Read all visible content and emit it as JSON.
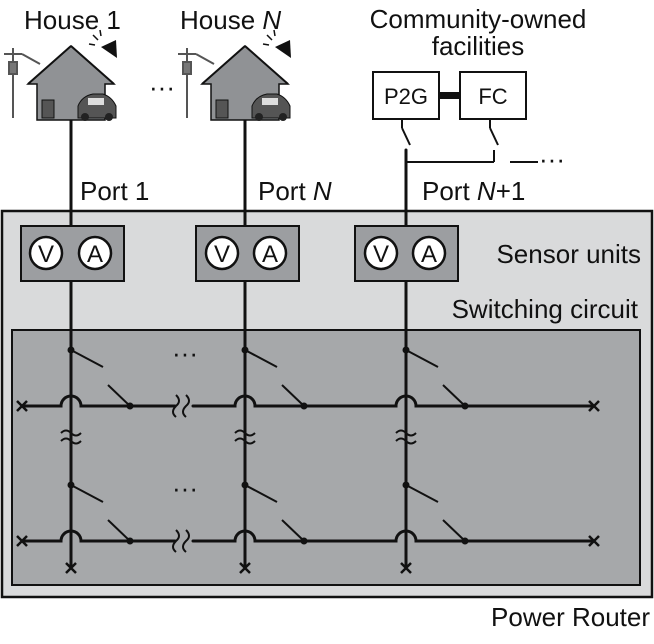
{
  "houses": [
    {
      "label_prefix": "House ",
      "label_suffix": "1"
    },
    {
      "label_prefix": "House ",
      "label_suffix": "N"
    }
  ],
  "house_ellipsis": "···",
  "community": {
    "line1": "Community-owned",
    "line2": "facilities"
  },
  "facilities": [
    {
      "label": "P2G"
    },
    {
      "label": "FC"
    }
  ],
  "ports": [
    {
      "prefix": "Port ",
      "suffix": "1",
      "tail": ""
    },
    {
      "prefix": "Port ",
      "suffix": "N",
      "tail": ""
    },
    {
      "prefix": "Port ",
      "suffix": "N",
      "tail": "+1"
    }
  ],
  "meter_letters": {
    "voltage": "V",
    "current": "A"
  },
  "sensor_units_label": "Sensor units",
  "switching_circuit_label": "Switching circuit",
  "router_label": "Power Router",
  "grid_ellipsis": "···",
  "colors": {
    "router_fill": "#d9dadb",
    "switching_fill": "#a6a8aa",
    "sensor_fill": "#9c9ea1",
    "house_fill": "#909295",
    "line": "#111111"
  }
}
